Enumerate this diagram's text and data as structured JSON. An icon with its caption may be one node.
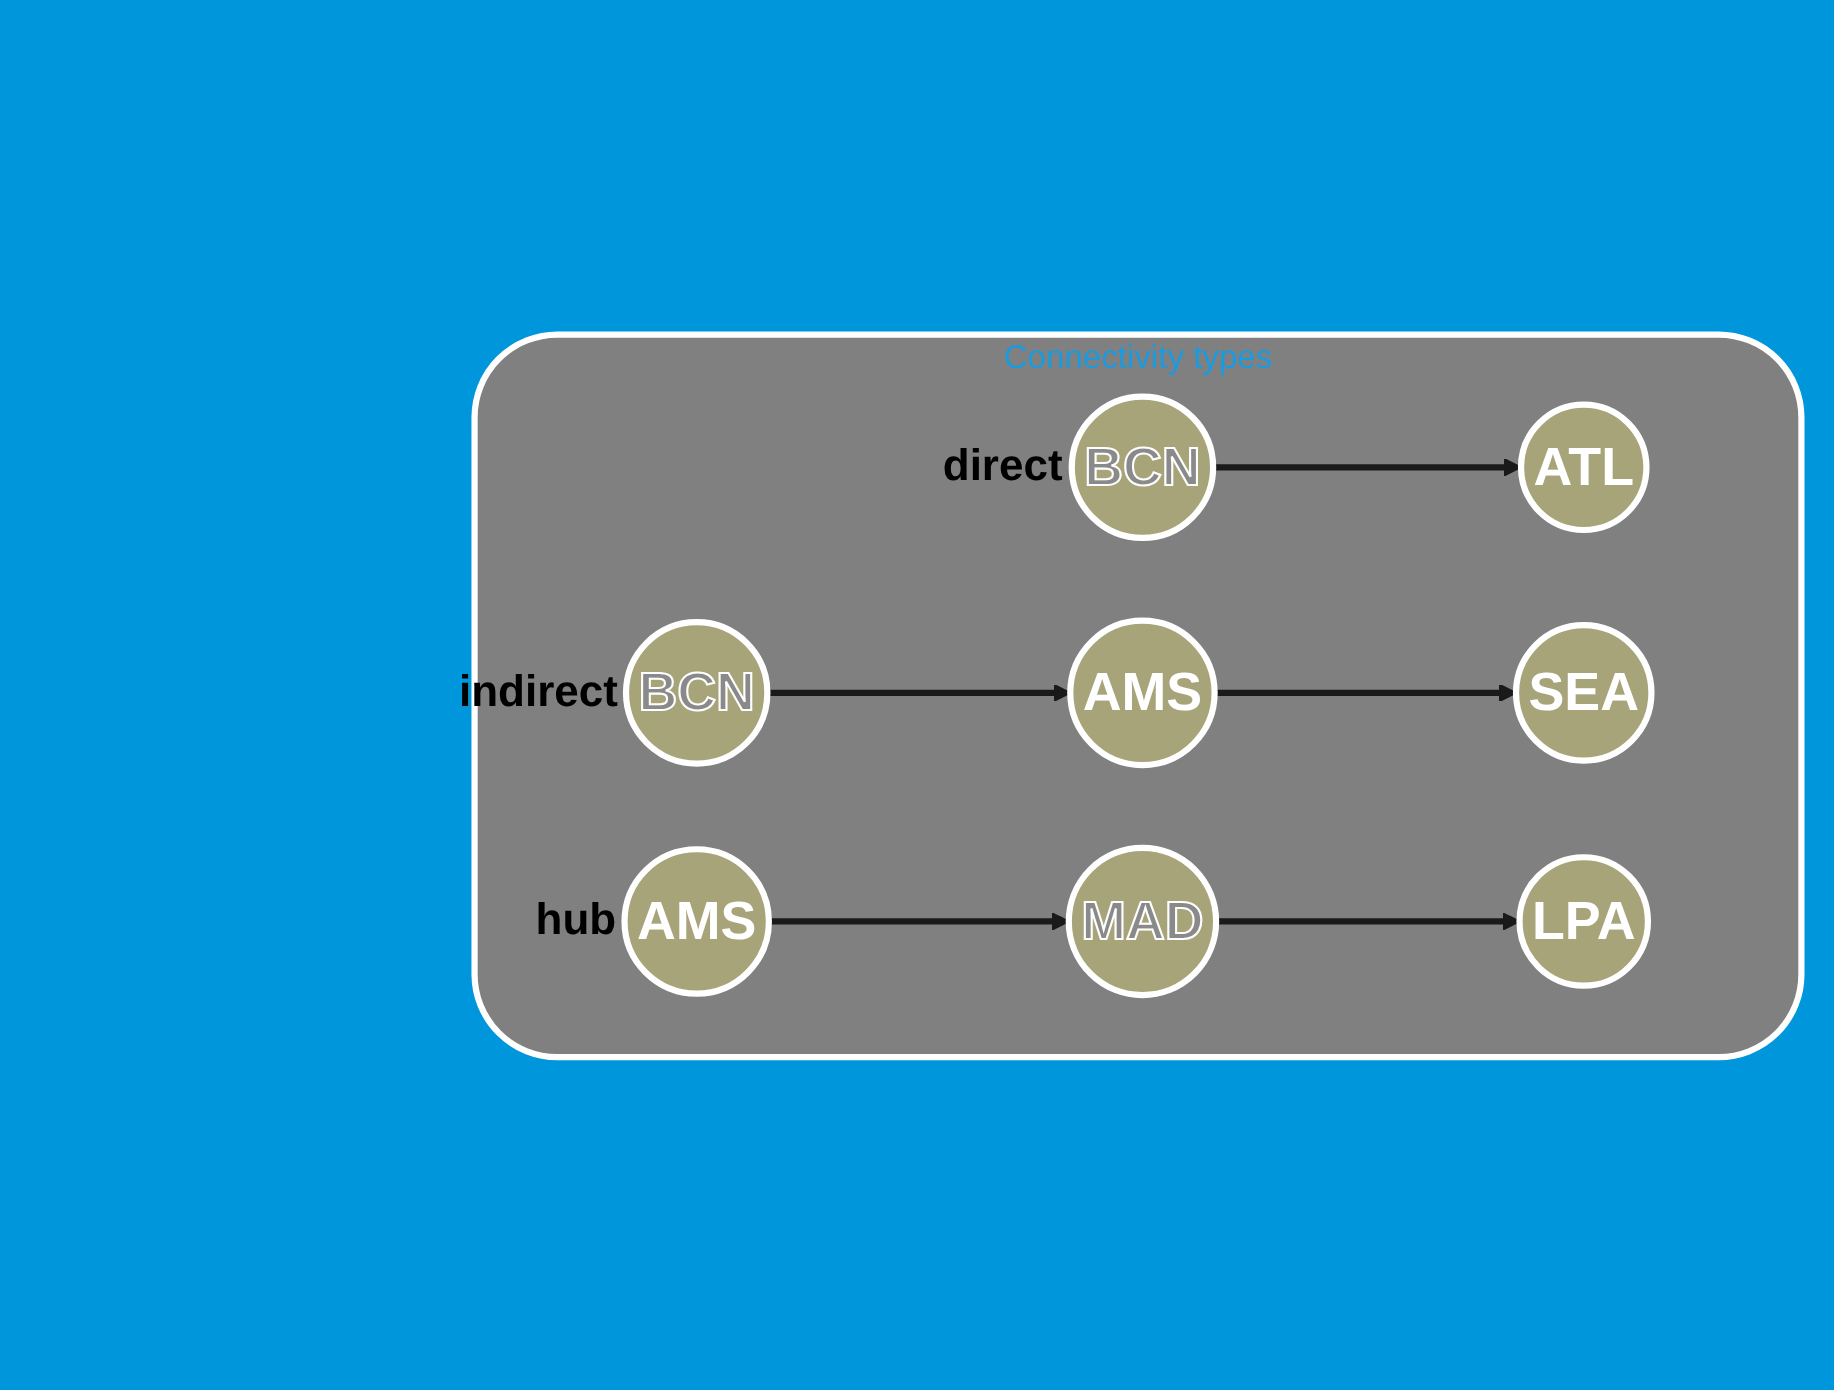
{
  "diagram": {
    "nodes": [
      {
        "text": [
          "Connectivity types"
        ]
      },
      {
        "text": [
          "BCN"
        ],
        "in": 0,
        "beside": [
          "direct"
        ]
      },
      {
        "text": [
          "ATL"
        ],
        "in": 0
      },
      {
        "text": [
          "BCN"
        ],
        "in": 0,
        "beside": [
          "indirect"
        ]
      },
      {
        "text": [
          "AMS"
        ],
        "in": 0
      },
      {
        "text": [
          "SEA"
        ],
        "in": 0
      },
      {
        "text": [
          "AMS"
        ],
        "in": 0,
        "beside": [
          "hub"
        ]
      },
      {
        "text": [
          "MAD"
        ],
        "in": 0
      },
      {
        "text": [
          "LPA"
        ],
        "in": 0
      }
    ],
    "edges": [
      {
        "from": 1,
        "to": 2,
        "arrow": "to"
      },
      {
        "from": 3,
        "to": 4,
        "arrow": "to"
      },
      {
        "from": 4,
        "to": 5,
        "arrow": "to"
      },
      {
        "from": 6,
        "to": 7,
        "arrow": "to"
      },
      {
        "from": 7,
        "to": 8,
        "arrow": "to"
      }
    ]
  }
}
